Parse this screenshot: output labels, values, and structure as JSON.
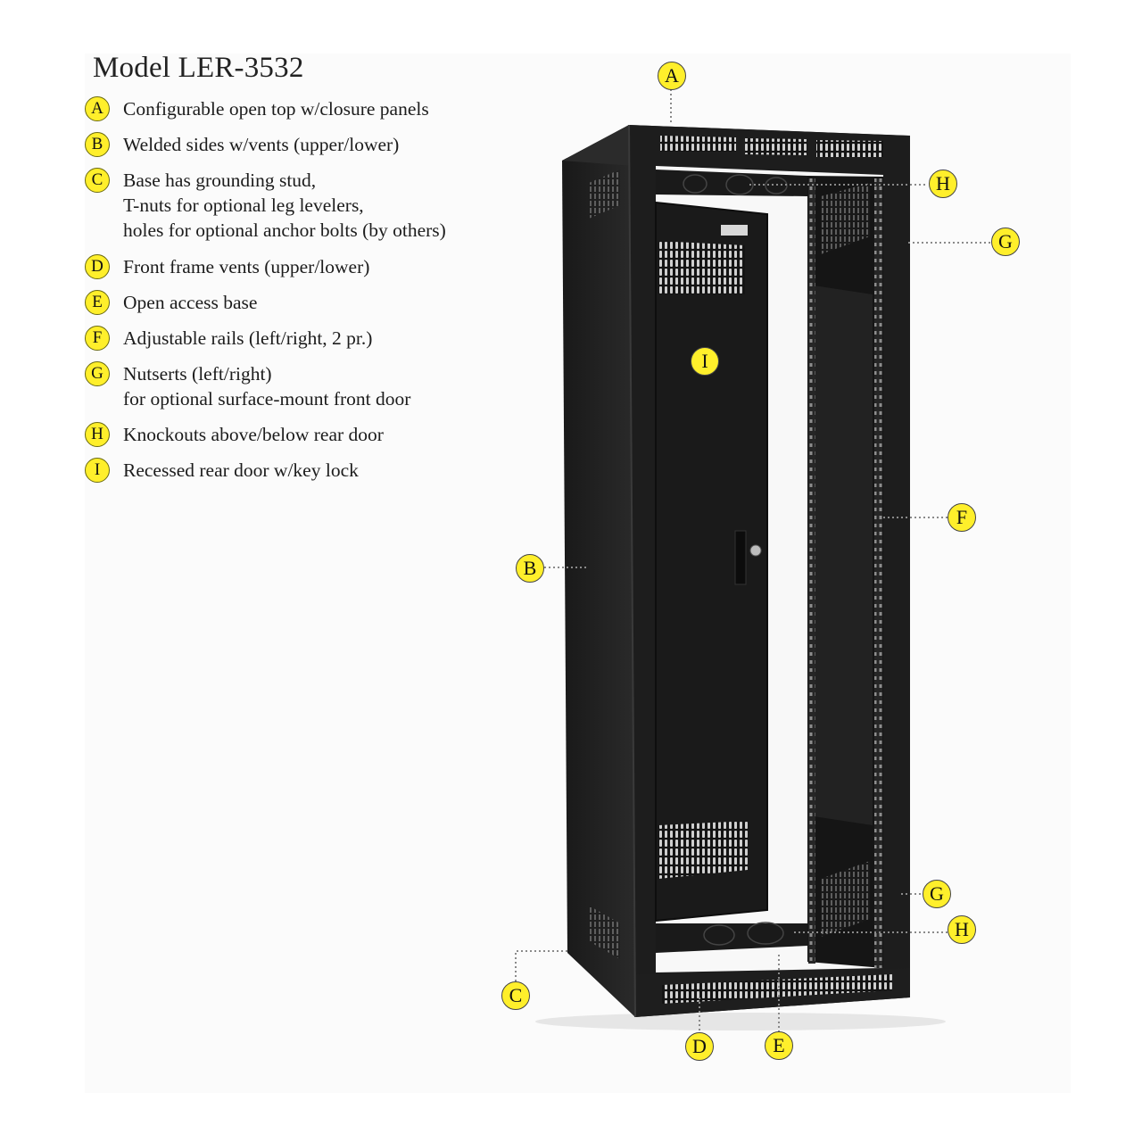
{
  "title": "Model LER-3532",
  "legend": [
    {
      "letter": "A",
      "lines": [
        "Configurable open top w/closure panels"
      ]
    },
    {
      "letter": "B",
      "lines": [
        "Welded sides w/vents (upper/lower)"
      ]
    },
    {
      "letter": "C",
      "lines": [
        "Base has grounding stud,",
        "T-nuts for optional leg levelers,",
        "holes for optional anchor bolts (by others)"
      ]
    },
    {
      "letter": "D",
      "lines": [
        "Front frame vents (upper/lower)"
      ]
    },
    {
      "letter": "E",
      "lines": [
        "Open access base"
      ]
    },
    {
      "letter": "F",
      "lines": [
        "Adjustable rails (left/right, 2 pr.)"
      ]
    },
    {
      "letter": "G",
      "lines": [
        "Nutserts (left/right)",
        "for optional surface-mount front door"
      ]
    },
    {
      "letter": "H",
      "lines": [
        "Knockouts above/below rear door"
      ]
    },
    {
      "letter": "I",
      "lines": [
        "Recessed rear door w/key lock"
      ]
    }
  ],
  "callouts": [
    {
      "letter": "A",
      "icon": "callout-a"
    },
    {
      "letter": "H",
      "icon": "callout-h-top"
    },
    {
      "letter": "G",
      "icon": "callout-g-top"
    },
    {
      "letter": "I",
      "icon": "callout-i"
    },
    {
      "letter": "F",
      "icon": "callout-f"
    },
    {
      "letter": "B",
      "icon": "callout-b"
    },
    {
      "letter": "G",
      "icon": "callout-g-bottom"
    },
    {
      "letter": "H",
      "icon": "callout-h-bottom"
    },
    {
      "letter": "C",
      "icon": "callout-c"
    },
    {
      "letter": "D",
      "icon": "callout-d"
    },
    {
      "letter": "E",
      "icon": "callout-e"
    }
  ],
  "colors": {
    "badge": "#ffef2b",
    "cabinet": "#1e1e1e",
    "leader": "#8a8a8a"
  }
}
